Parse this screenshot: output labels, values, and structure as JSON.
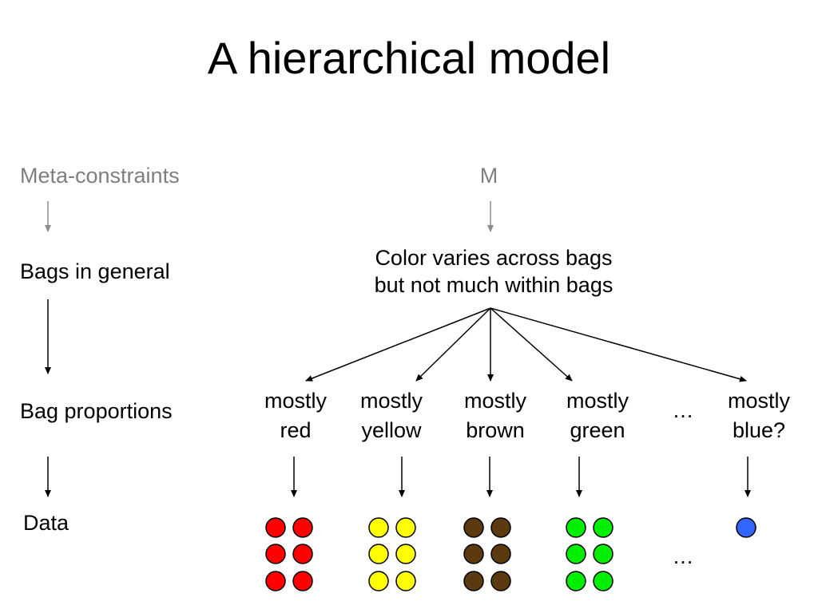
{
  "title": "A hierarchical model",
  "levels": {
    "meta": "Meta-constraints",
    "general": "Bags in general",
    "proportions": "Bag proportions",
    "data": "Data"
  },
  "model_node": "M",
  "general_node": {
    "line1": "Color varies across bags",
    "line2": "but not much within bags"
  },
  "bags": [
    {
      "line1": "mostly",
      "line2": "red",
      "color": "#ff0000",
      "count": 6
    },
    {
      "line1": "mostly",
      "line2": "yellow",
      "color": "#ffff00",
      "count": 6
    },
    {
      "line1": "mostly",
      "line2": "brown",
      "color": "#5c3a10",
      "count": 6
    },
    {
      "line1": "mostly",
      "line2": "green",
      "color": "#00ee00",
      "count": 6
    },
    {
      "line1": "mostly",
      "line2": "blue?",
      "color": "#3366ff",
      "count": 1
    }
  ],
  "ellipsis_proportions": "…",
  "ellipsis_data": "…",
  "colors": {
    "gray_text": "#7f7f7f",
    "gray_arrow": "#8c8c8c",
    "arrow": "#000000"
  }
}
